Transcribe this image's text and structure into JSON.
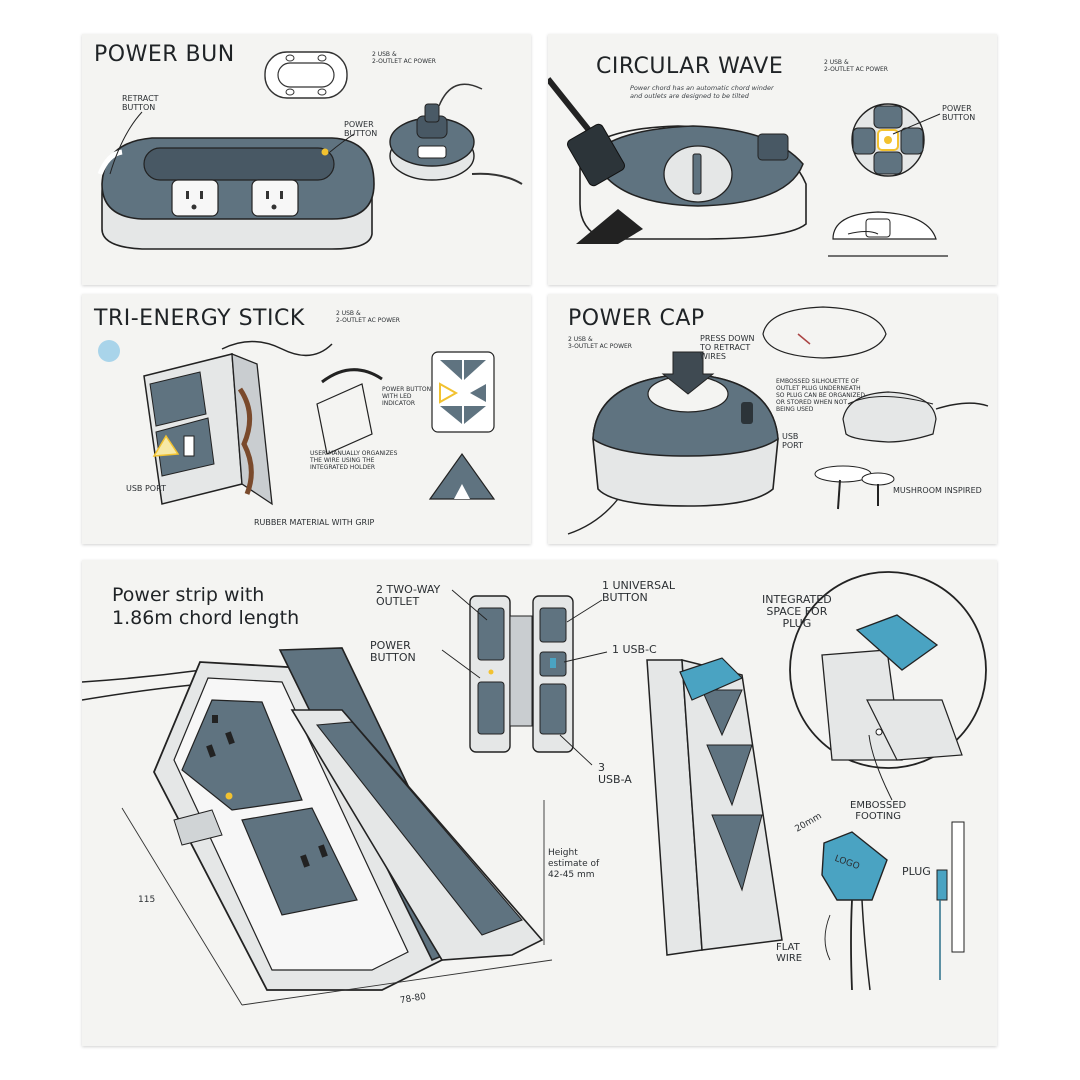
{
  "panels": {
    "power_bun": {
      "title": "POWER BUN",
      "label_usb": "2 USB &\n2-OUTLET AC POWER",
      "label_retract": "RETRACT\nBUTTON",
      "label_power": "POWER\nBUTTON"
    },
    "circular_wave": {
      "title": "CIRCULAR WAVE",
      "label_usb": "2 USB &\n2-OUTLET AC POWER",
      "note": "Power chord has an automatic chord winder\nand outlets are designed to be tilted",
      "label_power": "POWER\nBUTTON"
    },
    "tri_energy": {
      "title": "TRI-ENERGY STICK",
      "label_usb": "2 USB &\n2-OUTLET AC POWER",
      "label_power_led": "POWER BUTTON\nWITH LED\nINDICATOR",
      "label_user": "USER MANUALLY ORGANIZES\nTHE WIRE USING THE\nINTEGRATED HOLDER",
      "label_usb_port": "USB PORT",
      "label_rubber": "RUBBER MATERIAL WITH GRIP"
    },
    "power_cap": {
      "title": "POWER CAP",
      "label_usb": "2 USB &\n3-OUTLET AC POWER",
      "label_press": "PRESS DOWN\nTO RETRACT\nWIRES",
      "label_embossed": "EMBOSSED SILHOUETTE OF\nOUTLET PLUG UNDERNEATH\nSO PLUG CAN BE ORGANIZED\nOR STORED WHEN NOT\nBEING USED",
      "label_usb_port": "USB\nPORT",
      "label_mushroom": "MUSHROOM INSPIRED"
    },
    "power_strip": {
      "title": "Power strip with\n1.86m chord length",
      "label_two_way": "2 TWO-WAY\nOUTLET",
      "label_power": "POWER\nBUTTON",
      "label_universal": "1 UNIVERSAL\nBUTTON",
      "label_usbc": "1 USB-C",
      "label_usba": "3\nUSB-A",
      "label_integrated": "INTEGRATED\nSPACE FOR\nPLUG",
      "label_embossed": "EMBOSSED\nFOOTING",
      "label_plug": "PLUG",
      "label_flat": "FLAT\nWIRE",
      "label_20mm": "20mm",
      "label_logo": "LOGO",
      "label_height": "Height\nestimate of\n42-45 mm",
      "dim_115": "115",
      "dim_78": "78-80"
    }
  },
  "colors": {
    "slate": "#5f7380",
    "slate_dark": "#4a5a66",
    "light_body": "#e8eaea",
    "accent_blue": "#4aa3c2",
    "accent_yellow": "#f2c230",
    "dot_blue": "#a9d4ea"
  }
}
